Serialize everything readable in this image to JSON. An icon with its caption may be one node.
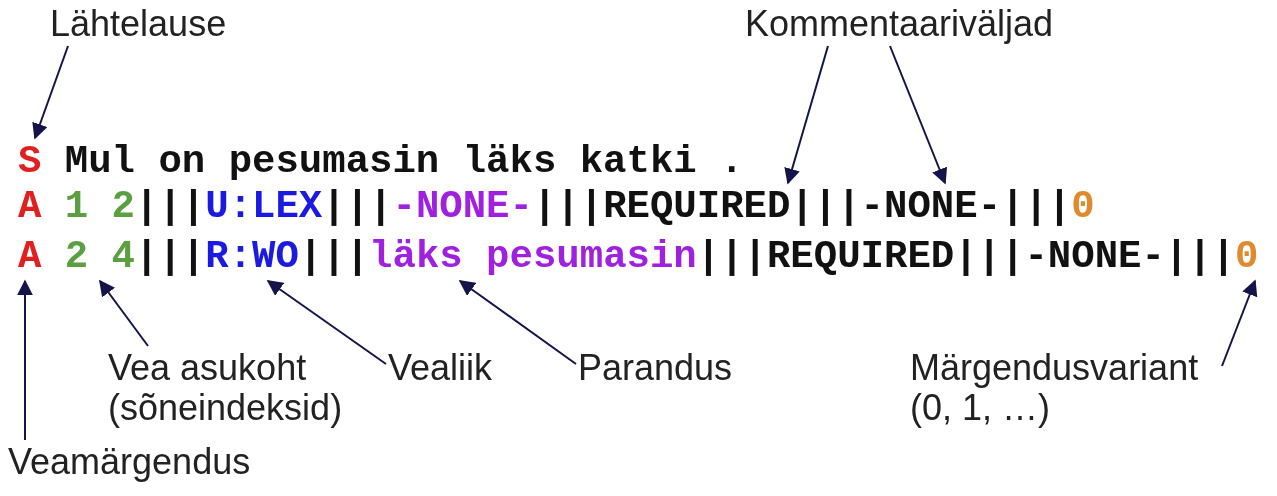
{
  "diagram": {
    "nodes": [
      {
        "text": [
          "Lähtelause"
        ]
      },
      {
        "text": [
          "Kommentaariväljad"
        ]
      },
      {
        "text": [
          "S Mul on pesumasin läks katki ."
        ]
      },
      {
        "text": [
          "A 1 2|||U:LEX|||-NONE-|||REQUIRED|||-NONE-|||0"
        ]
      },
      {
        "text": [
          "A 2 4|||R:WO|||läks pesumasin|||REQUIRED|||-NONE-|||0"
        ]
      },
      {
        "text": [
          "Vea asukoht (sõneindeksid)"
        ]
      },
      {
        "text": [
          "Vealiik"
        ]
      },
      {
        "text": [
          "Parandus"
        ]
      },
      {
        "text": [
          "Märgendusvariant (0, 1, …)"
        ]
      },
      {
        "text": [
          "Veamärgendus"
        ]
      }
    ],
    "edges": [
      {
        "from": 0,
        "to": 2,
        "arrow": "to"
      },
      {
        "from": 1,
        "to": 3,
        "arrow": "to"
      },
      {
        "from": 1,
        "to": 3,
        "arrow": "to"
      },
      {
        "from": 5,
        "to": 4,
        "arrow": "to"
      },
      {
        "from": 6,
        "to": 4,
        "arrow": "to"
      },
      {
        "from": 7,
        "to": 4,
        "arrow": "to"
      },
      {
        "from": 8,
        "to": 4,
        "arrow": "to"
      },
      {
        "from": 9,
        "to": 4,
        "arrow": "to"
      }
    ]
  }
}
